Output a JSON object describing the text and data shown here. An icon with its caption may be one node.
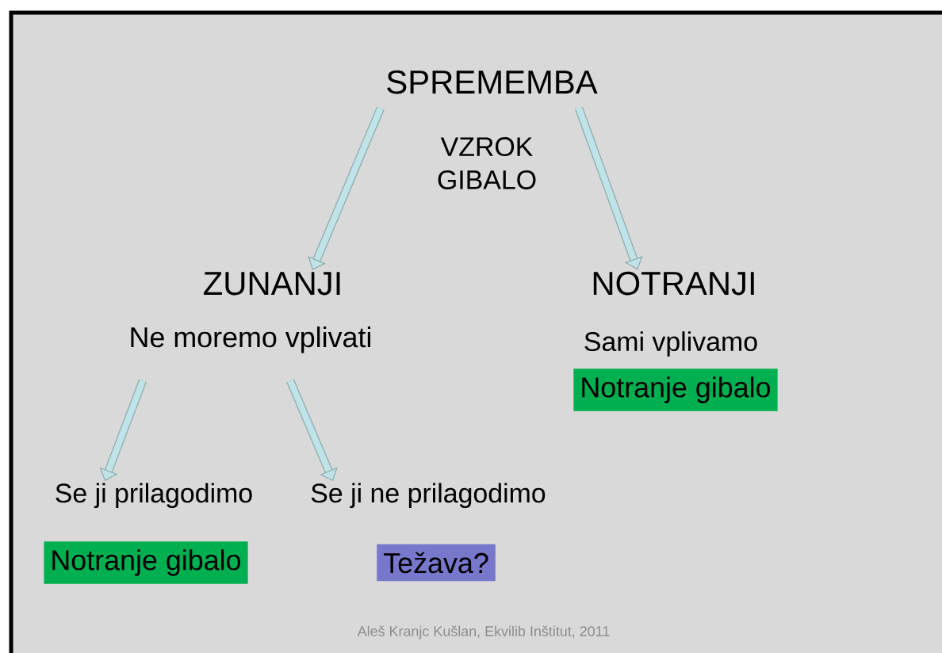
{
  "diagram": {
    "nodes": [
      {
        "text": [
          "SPREMEMBA"
        ]
      },
      {
        "text": [
          "ZUNANJI"
        ]
      },
      {
        "text": [
          "NOTRANJI"
        ]
      },
      {
        "text": [
          "Ne moremo vplivati"
        ]
      },
      {
        "text": [
          "Notranje gibalo"
        ]
      },
      {
        "text": [
          "Se ji prilagodimo"
        ]
      },
      {
        "text": [
          "Se ji ne prilagodimo"
        ]
      },
      {
        "text": [
          "Notranje gibalo"
        ]
      },
      {
        "text": [
          "Težava?"
        ]
      }
    ],
    "edges": [
      {
        "from": 0,
        "to": 1,
        "arrow": "to"
      },
      {
        "from": 0,
        "to": 2,
        "arrow": "to"
      },
      {
        "from": 3,
        "to": 5,
        "arrow": "to"
      },
      {
        "from": 3,
        "to": 6,
        "arrow": "to"
      }
    ],
    "labels": [
      "VZROK GIBALO",
      "Sami vplivamo",
      "Aleš Kranjc Kušlan, Ekvilib Inštitut, 2011"
    ]
  }
}
